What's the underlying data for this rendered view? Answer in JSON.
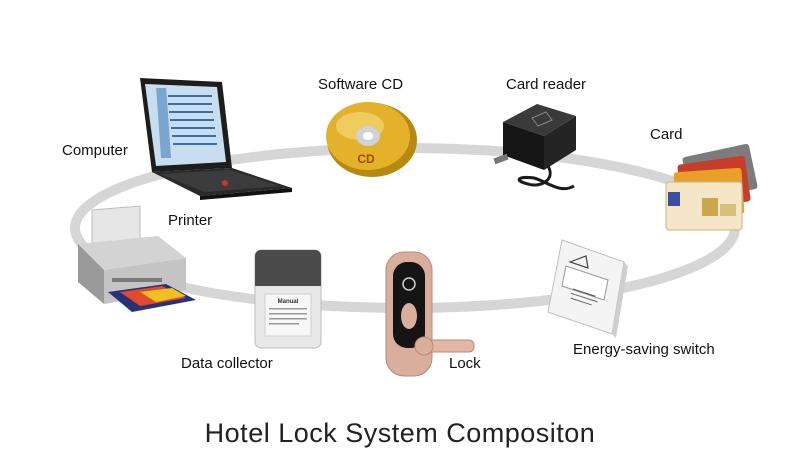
{
  "diagram": {
    "title": "Hotel Lock System Compositon",
    "components": {
      "computer": "Computer",
      "software_cd": "Software CD",
      "card_reader": "Card reader",
      "card": "Card",
      "printer": "Printer",
      "data_collector": "Data collector",
      "lock": "Lock",
      "energy_switch": "Energy-saving switch"
    },
    "images": {
      "cd_text": "CD",
      "manual_text": "Manual"
    }
  }
}
